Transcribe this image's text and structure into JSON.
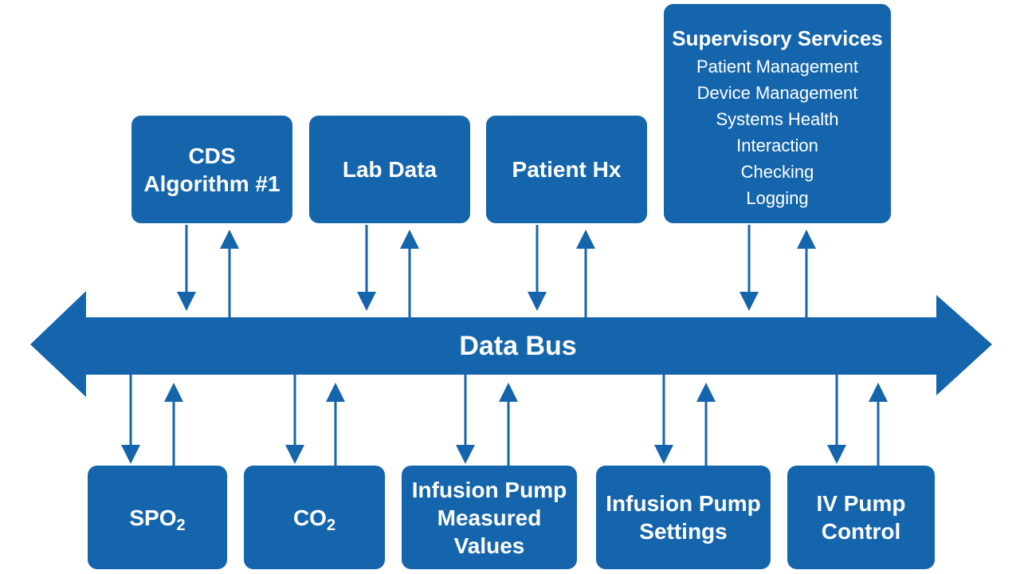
{
  "bus": {
    "label": "Data Bus"
  },
  "top_nodes": [
    {
      "id": "cds",
      "lines": [
        "CDS",
        "Algorithm #1"
      ]
    },
    {
      "id": "lab",
      "lines": [
        "Lab Data"
      ]
    },
    {
      "id": "hx",
      "lines": [
        "Patient Hx"
      ]
    }
  ],
  "supervisory": {
    "title": "Supervisory Services",
    "items": [
      "Patient Management",
      "Device Management",
      "Systems Health",
      "Interaction",
      "Checking",
      "Logging"
    ]
  },
  "bottom_nodes": [
    {
      "id": "spo2",
      "text": "SPO",
      "subscript": "2"
    },
    {
      "id": "co2",
      "text": "CO",
      "subscript": "2"
    },
    {
      "id": "ipmv",
      "lines": [
        "Infusion Pump",
        "Measured",
        "Values"
      ]
    },
    {
      "id": "ips",
      "lines": [
        "Infusion Pump",
        "Settings"
      ]
    },
    {
      "id": "ivpc",
      "lines": [
        "IV Pump",
        "Control"
      ]
    }
  ],
  "colors": {
    "primary": "#1565ad",
    "background": "#ffffff",
    "text": "#ffffff"
  }
}
